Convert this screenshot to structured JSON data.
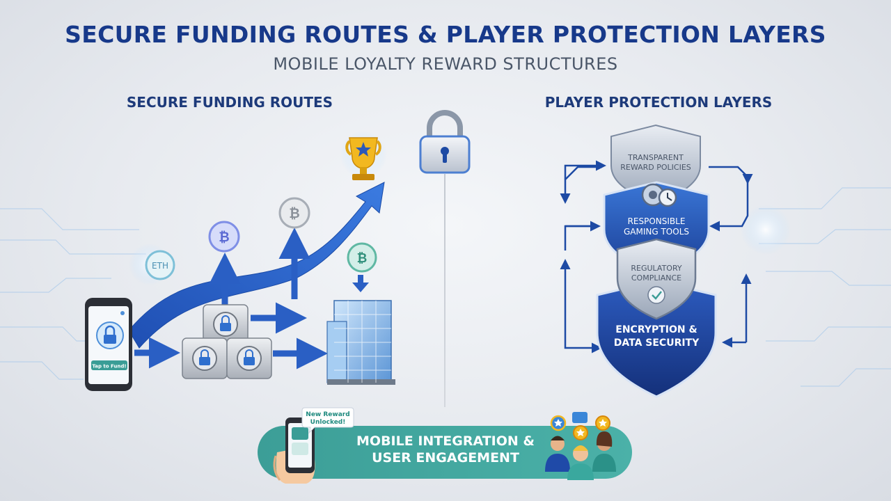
{
  "header": {
    "title": "SECURE FUNDING ROUTES & PLAYER PROTECTION LAYERS",
    "subtitle": "MOBILE LOYALTY REWARD STRUCTURES"
  },
  "left_section": {
    "heading": "SECURE FUNDING ROUTES",
    "phone_button_label": "Tap to Fund!",
    "coins": [
      {
        "symbol": "ETH",
        "label": "ETH"
      },
      {
        "symbol": "bitcoin",
        "label": "₿"
      },
      {
        "symbol": "bitcoin",
        "label": "₿"
      },
      {
        "symbol": "bitcoin",
        "label": "₿"
      }
    ]
  },
  "right_section": {
    "heading": "PLAYER PROTECTION LAYERS",
    "layers": [
      {
        "line1": "TRANSPARENT",
        "line2": "REWARD POLICIES"
      },
      {
        "line1": "RESPONSIBLE",
        "line2": "GAMING TOOLS"
      },
      {
        "line1": "REGULATORY",
        "line2": "COMPLIANCE"
      },
      {
        "line1": "ENCRYPTION &",
        "line2": "DATA SECURITY"
      }
    ]
  },
  "banner": {
    "line1": "MOBILE INTEGRATION &",
    "line2": "USER ENGAGEMENT",
    "bubble_line1": "New Reward",
    "bubble_line2": "Unlocked!"
  },
  "colors": {
    "title": "#17398a",
    "arrow_blue": "#2a5fc4",
    "shield_dark": "#1f4aa8",
    "teal": "#3a9d96",
    "gold": "#f2b820"
  }
}
